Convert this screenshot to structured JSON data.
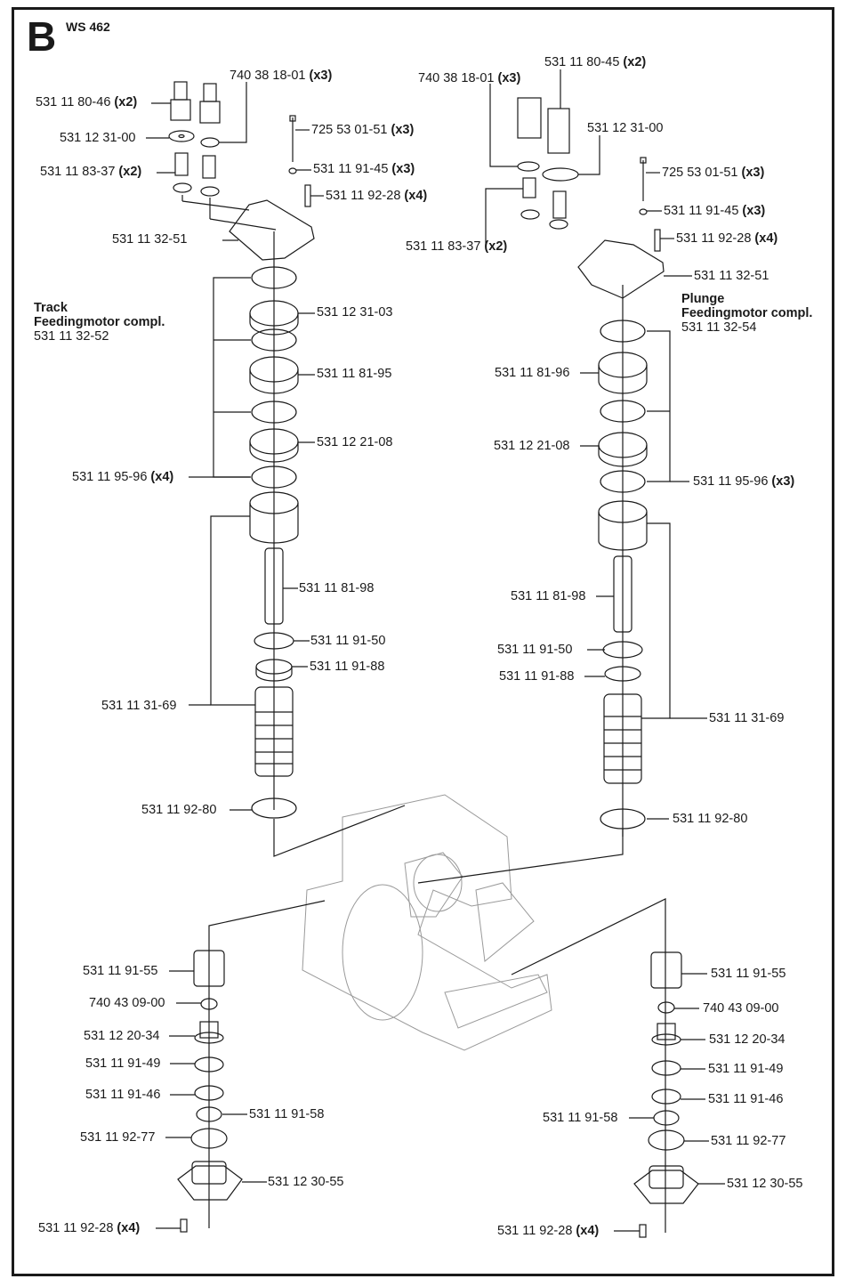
{
  "header": {
    "section_letter": "B",
    "model": "WS 462"
  },
  "assemblies": {
    "left": {
      "name": "Track",
      "title": "Feedingmotor compl.",
      "part_no": "531 11 32-52"
    },
    "right": {
      "name": "Plunge",
      "title": "Feedingmotor compl.",
      "part_no": "531 11 32-54"
    }
  },
  "left_labels": [
    {
      "part": "740 38 18-01",
      "qty": "(x3)"
    },
    {
      "part": "531 11 80-46",
      "qty": "(x2)"
    },
    {
      "part": "725 53 01-51",
      "qty": "(x3)"
    },
    {
      "part": "531 12 31-00",
      "qty": ""
    },
    {
      "part": "531 11 83-37",
      "qty": "(x2)"
    },
    {
      "part": "531 11 91-45",
      "qty": "(x3)"
    },
    {
      "part": "531 11 92-28",
      "qty": "(x4)"
    },
    {
      "part": "531 11 32-51",
      "qty": ""
    },
    {
      "part": "531 12 31-03",
      "qty": ""
    },
    {
      "part": "531 11 81-95",
      "qty": ""
    },
    {
      "part": "531 12 21-08",
      "qty": ""
    },
    {
      "part": "531 11 95-96",
      "qty": "(x4)"
    },
    {
      "part": "531 11 81-98",
      "qty": ""
    },
    {
      "part": "531 11 91-50",
      "qty": ""
    },
    {
      "part": "531 11 91-88",
      "qty": ""
    },
    {
      "part": "531 11 31-69",
      "qty": ""
    },
    {
      "part": "531 11 92-80",
      "qty": ""
    },
    {
      "part": "531 11 91-55",
      "qty": ""
    },
    {
      "part": "740 43 09-00",
      "qty": ""
    },
    {
      "part": "531 12 20-34",
      "qty": ""
    },
    {
      "part": "531 11 91-49",
      "qty": ""
    },
    {
      "part": "531 11 91-46",
      "qty": ""
    },
    {
      "part": "531 11 91-58",
      "qty": ""
    },
    {
      "part": "531 11 92-77",
      "qty": ""
    },
    {
      "part": "531 12 30-55",
      "qty": ""
    },
    {
      "part": "531 11 92-28",
      "qty": "(x4)"
    }
  ],
  "right_labels": [
    {
      "part": "531 11 80-45",
      "qty": "(x2)"
    },
    {
      "part": "740 38 18-01",
      "qty": "(x3)"
    },
    {
      "part": "531 12 31-00",
      "qty": ""
    },
    {
      "part": "725 53 01-51",
      "qty": "(x3)"
    },
    {
      "part": "531 11 91-45",
      "qty": "(x3)"
    },
    {
      "part": "531 11 92-28",
      "qty": "(x4)"
    },
    {
      "part": "531 11 83-37",
      "qty": "(x2)"
    },
    {
      "part": "531 11 32-51",
      "qty": ""
    },
    {
      "part": "531 11 81-96",
      "qty": ""
    },
    {
      "part": "531 12 21-08",
      "qty": ""
    },
    {
      "part": "531 11 95-96",
      "qty": "(x3)"
    },
    {
      "part": "531 11 81-98",
      "qty": ""
    },
    {
      "part": "531 11 91-50",
      "qty": ""
    },
    {
      "part": "531 11 91-88",
      "qty": ""
    },
    {
      "part": "531 11 31-69",
      "qty": ""
    },
    {
      "part": "531 11 92-80",
      "qty": ""
    },
    {
      "part": "531 11 91-55",
      "qty": ""
    },
    {
      "part": "740 43 09-00",
      "qty": ""
    },
    {
      "part": "531 12 20-34",
      "qty": ""
    },
    {
      "part": "531 11 91-49",
      "qty": ""
    },
    {
      "part": "531 11 91-46",
      "qty": ""
    },
    {
      "part": "531 11 91-58",
      "qty": ""
    },
    {
      "part": "531 11 92-77",
      "qty": ""
    },
    {
      "part": "531 12 30-55",
      "qty": ""
    },
    {
      "part": "531 11 92-28",
      "qty": "(x4)"
    }
  ]
}
